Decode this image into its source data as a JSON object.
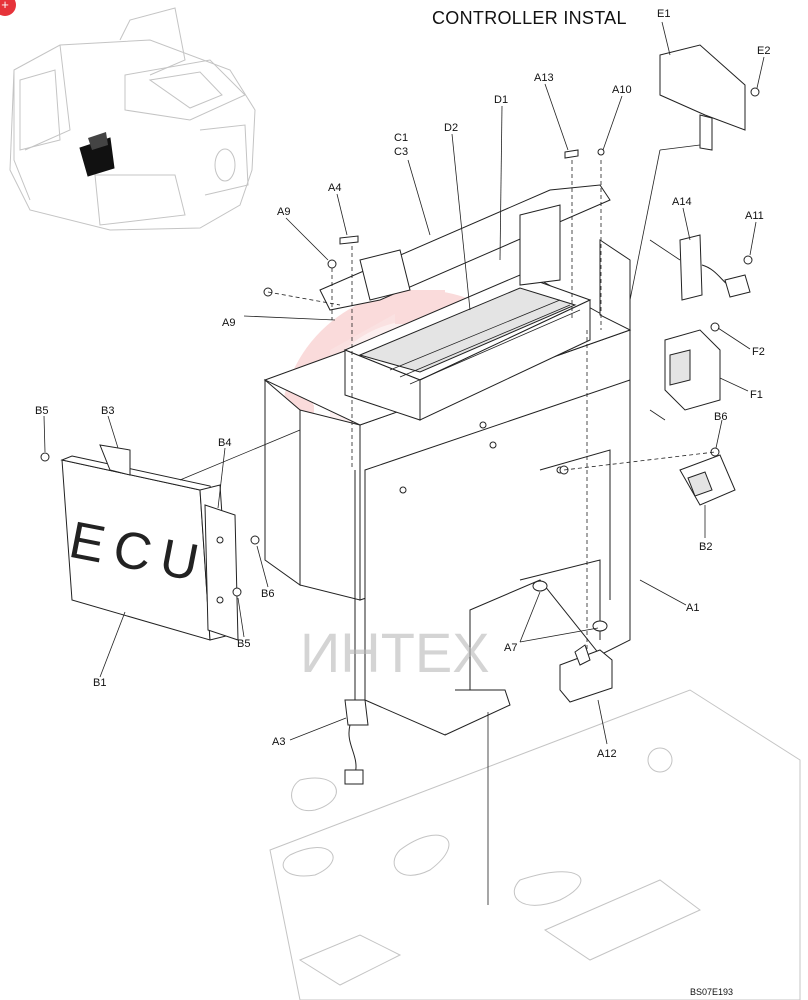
{
  "title": "CONTROLLER INSTAL",
  "doc_id": "BS07E193",
  "badge": "+",
  "ecu_text": "ECU",
  "watermark": "ИНТЕХ",
  "callouts": [
    "E1",
    "E2",
    "A13",
    "A10",
    "D1",
    "D2",
    "C1",
    "C3",
    "A4",
    "A9",
    "A9",
    "A14",
    "A11",
    "F2",
    "F1",
    "B6",
    "B2",
    "A1",
    "B5",
    "B3",
    "B4",
    "B6",
    "B5",
    "B1",
    "A7",
    "A12",
    "A3"
  ]
}
